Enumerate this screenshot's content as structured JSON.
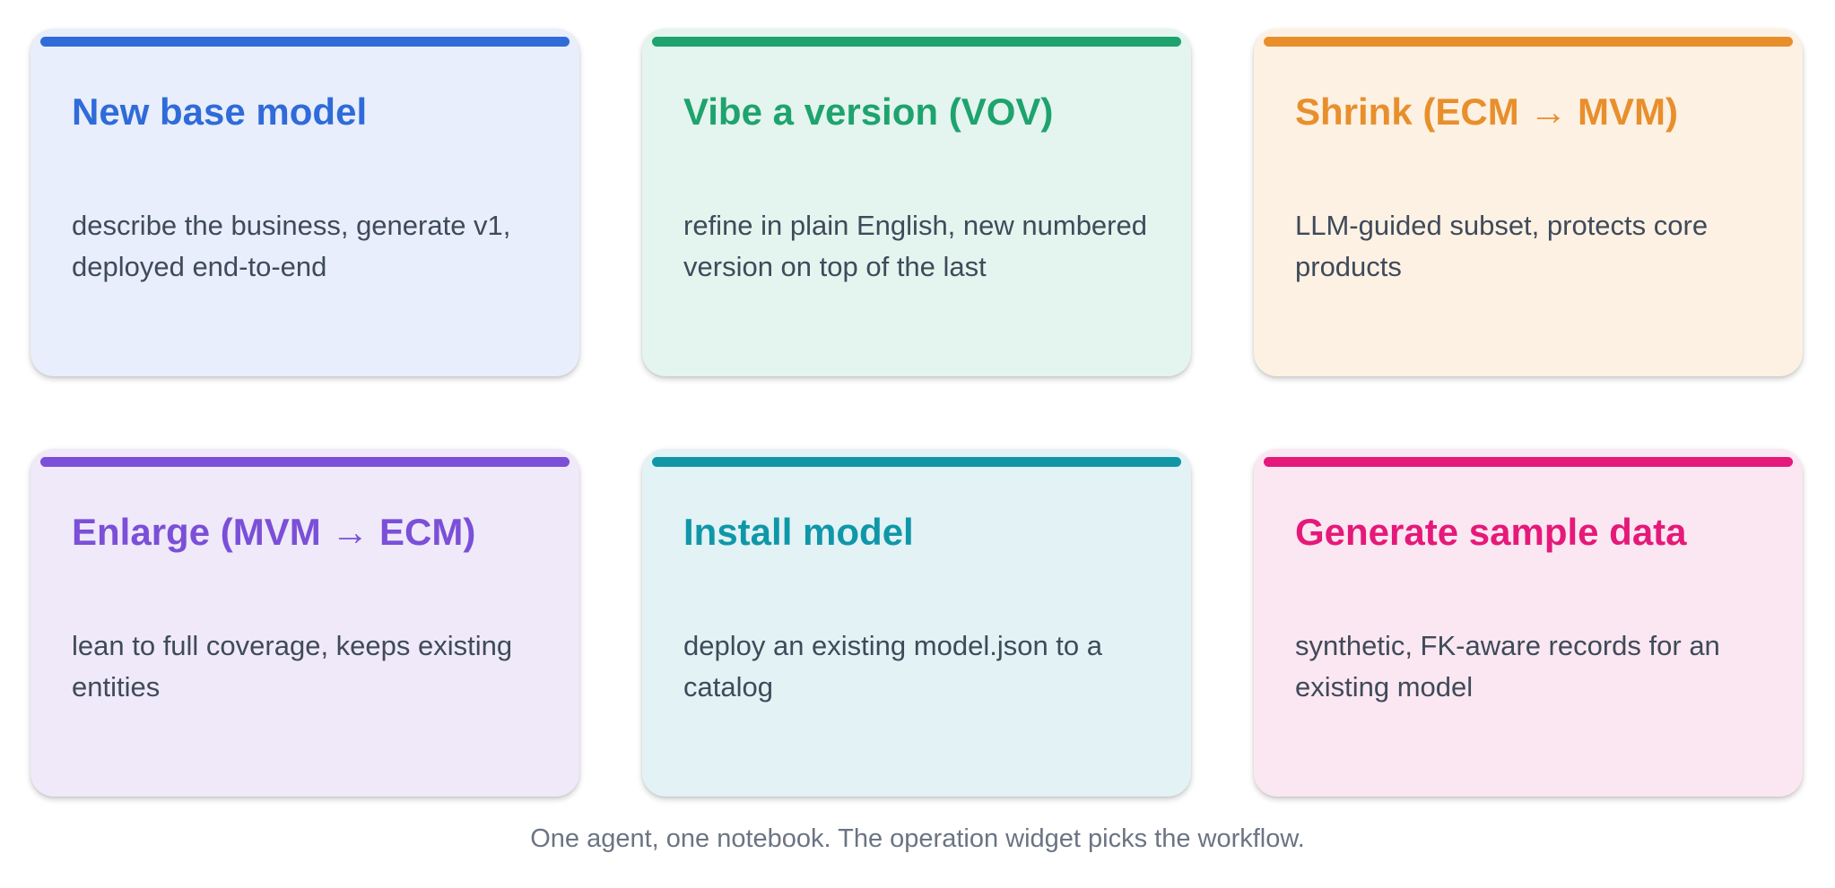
{
  "cards": [
    {
      "title": "New base model",
      "description": "describe the business, generate v1, deployed end-to-end",
      "accent_color": "#2f6bd9"
    },
    {
      "title": "Vibe a version (VOV)",
      "description": "refine in plain English, new numbered version on top of the last",
      "accent_color": "#1ea36e"
    },
    {
      "title": "Shrink (ECM → MVM)",
      "description": "LLM-guided subset, protects core products",
      "accent_color": "#e88f2c"
    },
    {
      "title": "Enlarge (MVM → ECM)",
      "description": "lean to full coverage, keeps existing entities",
      "accent_color": "#7b4fd8"
    },
    {
      "title": "Install model",
      "description": "deploy an existing model.json to a catalog",
      "accent_color": "#0f97a8"
    },
    {
      "title": "Generate sample data",
      "description": "synthetic, FK-aware records for an existing model",
      "accent_color": "#e5197a"
    }
  ],
  "caption": "One agent, one notebook. The operation widget picks the workflow."
}
